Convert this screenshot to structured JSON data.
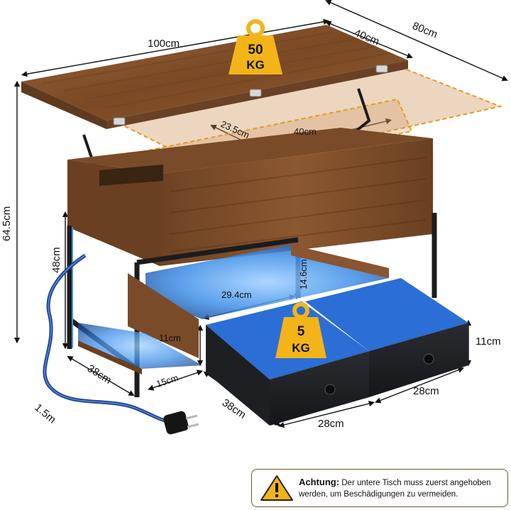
{
  "dimensions": {
    "width_top": "100cm",
    "depth_top": "40cm",
    "lift_top": "80cm",
    "total_height": "64.5cm",
    "height_to_lift": "48cm",
    "compartment_depth": "23.5cm",
    "compartment_width": "40cm",
    "shelf_height": "14.6cm",
    "shelf_width": "29.4cm",
    "drawer_height_left": "11cm",
    "drawer_height_right": "11cm",
    "lower_shelf_depth": "38cm",
    "lower_shelf_edge": "15cm",
    "drawer_depth": "38cm",
    "drawer_width_1": "28cm",
    "drawer_width_2": "28cm",
    "cable_length": "1.5m"
  },
  "weights": {
    "top_value": "50",
    "top_unit": "KG",
    "drawer_value": "5",
    "drawer_unit": "KG"
  },
  "warning": {
    "heading": "Achtung:",
    "text": "Der untere Tisch muss zuerst angehoben werden, um Beschädigungen zu vermeiden."
  },
  "colors": {
    "wood": "#8a5530",
    "wood_dark": "#5e3a1f",
    "frame": "#1c1c1c",
    "led_blue": "#4aa0ff",
    "badge": "#f2b418",
    "drawer": "#202226"
  }
}
